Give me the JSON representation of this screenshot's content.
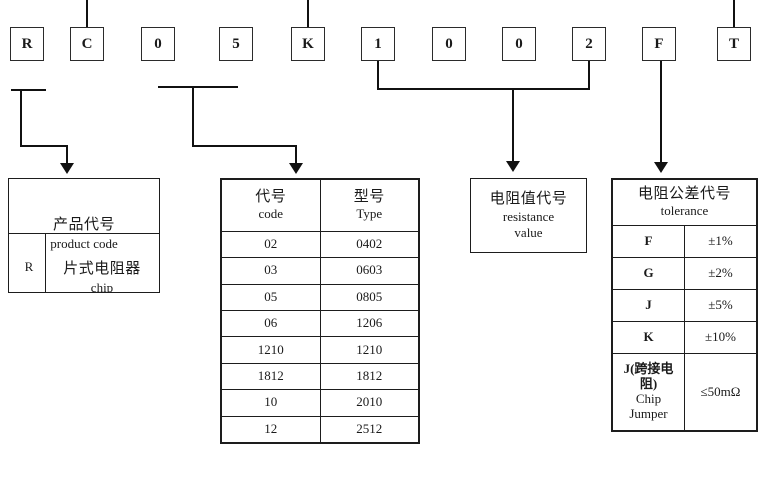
{
  "part_number": {
    "characters": [
      "R",
      "C",
      "0",
      "5",
      "K",
      "1",
      "0",
      "0",
      "2",
      "F",
      "T"
    ]
  },
  "product_code": {
    "title_cn": "产品代号",
    "title_en": "product code",
    "code": "R",
    "desc_cn": "片式电阻器",
    "desc_en": "chip"
  },
  "size_code": {
    "header_code_cn": "代号",
    "header_code_en": "code",
    "header_type_cn": "型号",
    "header_type_en": "Type",
    "rows": [
      {
        "code": "02",
        "type": "0402"
      },
      {
        "code": "03",
        "type": "0603"
      },
      {
        "code": "05",
        "type": "0805"
      },
      {
        "code": "06",
        "type": "1206"
      },
      {
        "code": "1210",
        "type": "1210"
      },
      {
        "code": "1812",
        "type": "1812"
      },
      {
        "code": "10",
        "type": "2010"
      },
      {
        "code": "12",
        "type": "2512"
      }
    ]
  },
  "resistance_value": {
    "title_cn": "电阻值代号",
    "title_en_line1": "resistance",
    "title_en_line2": "value"
  },
  "tolerance": {
    "title_cn": "电阻公差代号",
    "title_en": "tolerance",
    "rows": [
      {
        "code": "F",
        "value": "±1%"
      },
      {
        "code": "G",
        "value": "±2%"
      },
      {
        "code": "J",
        "value": "±5%"
      },
      {
        "code": "K",
        "value": "±10%"
      }
    ],
    "jumper_row": {
      "code_cn": "J(跨接电阻)",
      "code_en_line1": "Chip",
      "code_en_line2": "Jumper",
      "value": "≤50mΩ"
    }
  }
}
